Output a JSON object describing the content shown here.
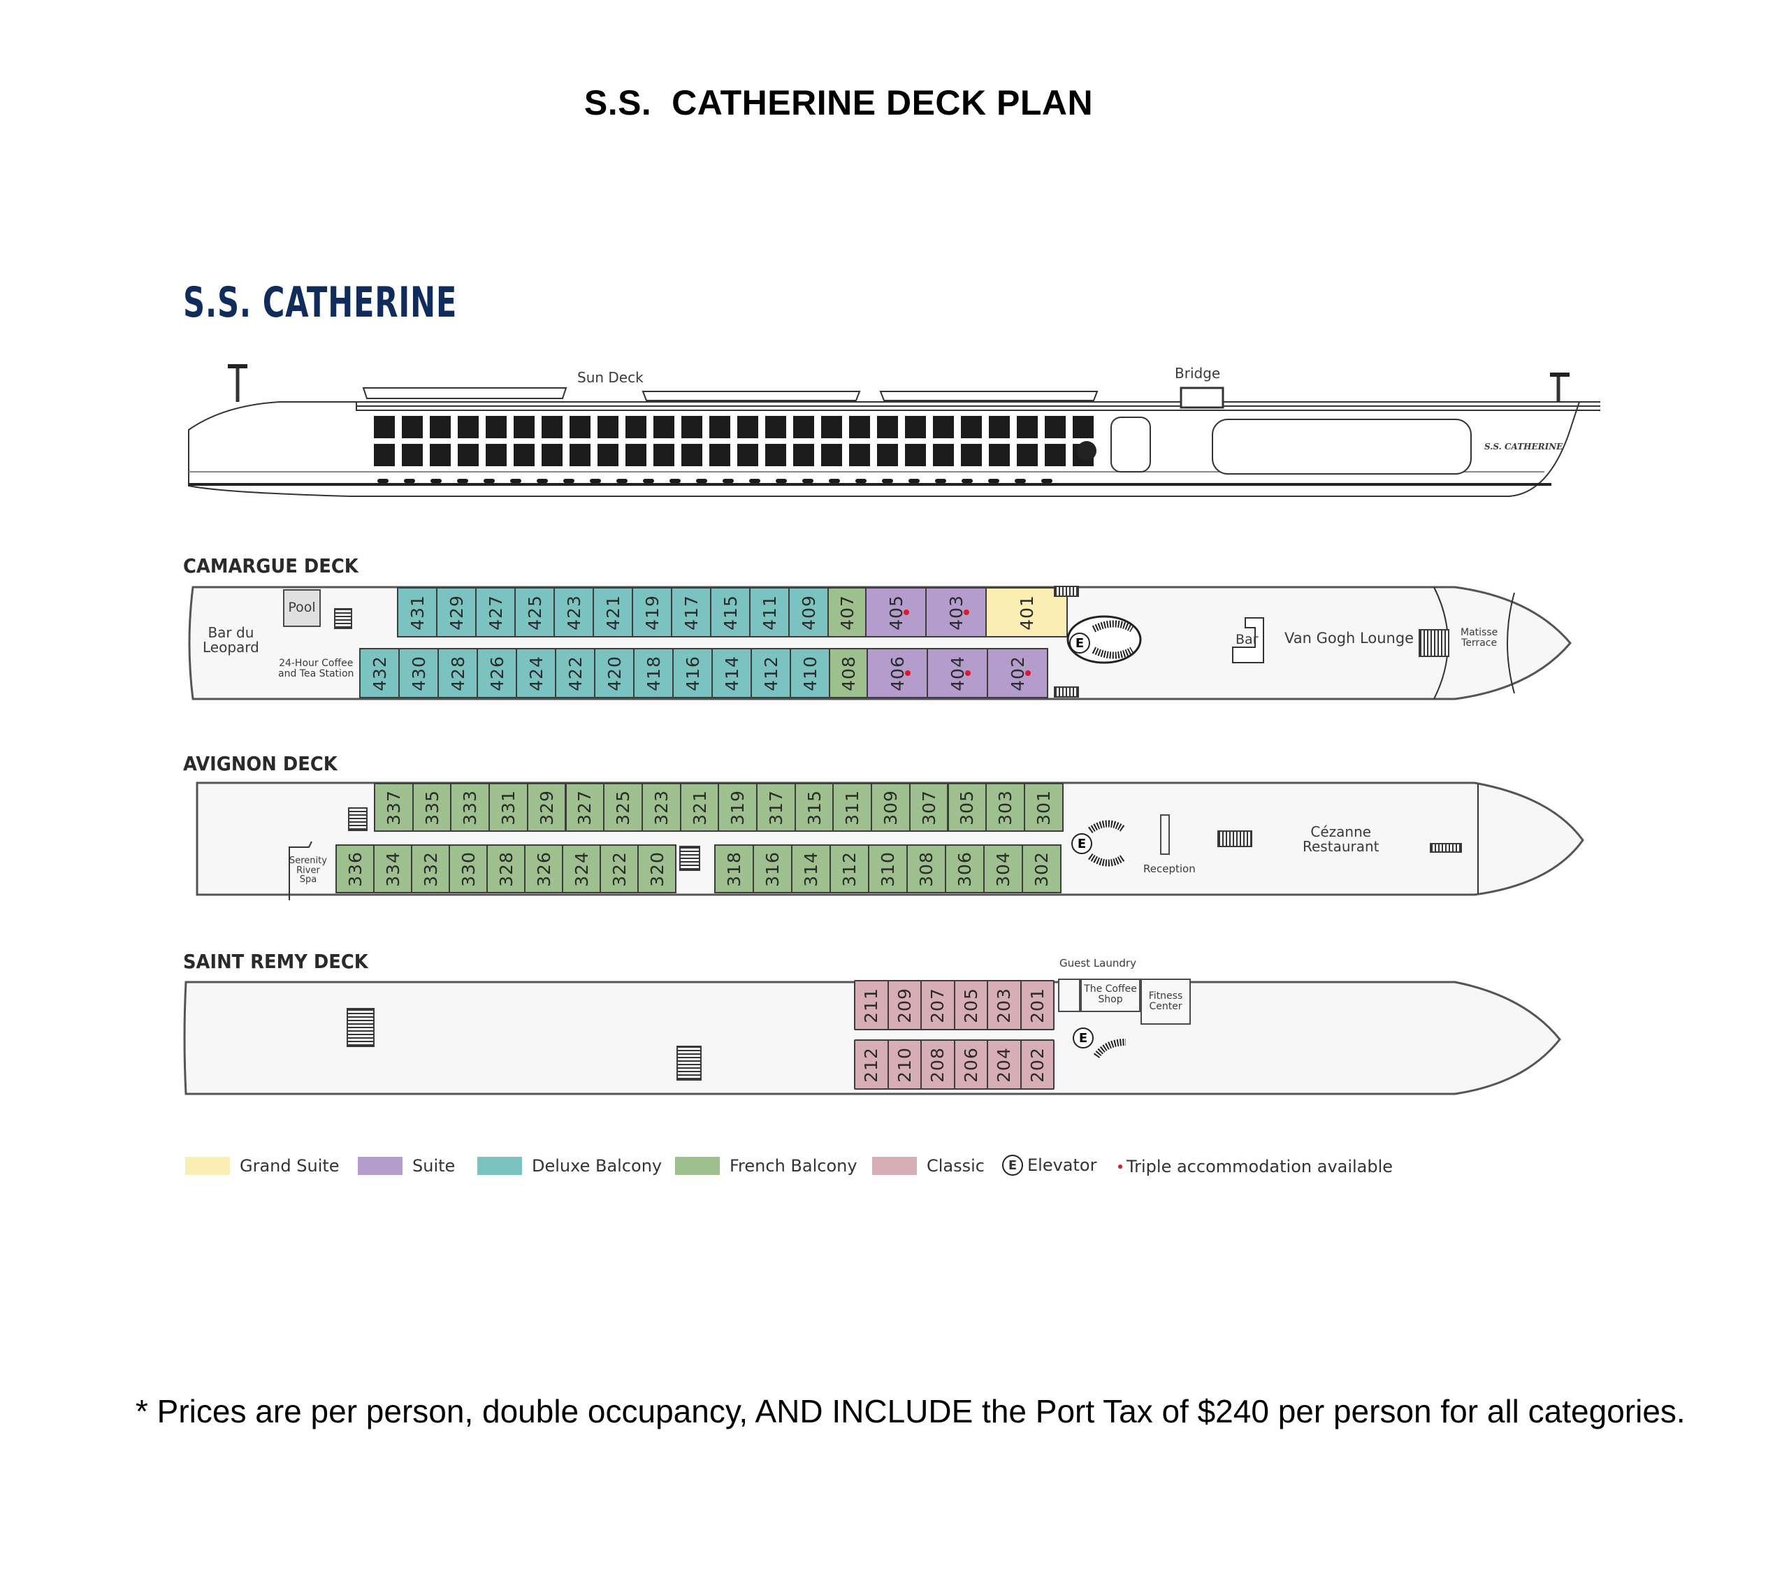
{
  "page_title": "S.S.  CATHERINE DECK PLAN",
  "brand": "S.S. CATHERINE",
  "profile": {
    "labels": {
      "sun_deck": "Sun Deck",
      "bridge": "Bridge",
      "hull_name": "S.S. CATHERINE"
    }
  },
  "categories": {
    "grand_suite": {
      "label": "Grand Suite",
      "color": "#fbeeb3"
    },
    "suite": {
      "label": "Suite",
      "color": "#b49ccc"
    },
    "deluxe_balcony": {
      "label": "Deluxe Balcony",
      "color": "#7bc3c0"
    },
    "french_balcony": {
      "label": "French Balcony",
      "color": "#9dc08e"
    },
    "classic": {
      "label": "Classic",
      "color": "#d8aeb6"
    }
  },
  "decks": {
    "camargue": {
      "title": "CAMARGUE DECK",
      "venues": {
        "bar_du_leopard": "Bar du\nLeopard",
        "pool": "Pool",
        "coffee_station": "24-Hour Coffee\nand Tea Station",
        "bar": "Bar",
        "lounge": "Van Gogh Lounge",
        "terrace": "Matisse\nTerrace",
        "elevator": "E"
      },
      "top_row": [
        {
          "n": "431",
          "cat": "deluxe_balcony"
        },
        {
          "n": "429",
          "cat": "deluxe_balcony"
        },
        {
          "n": "427",
          "cat": "deluxe_balcony"
        },
        {
          "n": "425",
          "cat": "deluxe_balcony"
        },
        {
          "n": "423",
          "cat": "deluxe_balcony"
        },
        {
          "n": "421",
          "cat": "deluxe_balcony"
        },
        {
          "n": "419",
          "cat": "deluxe_balcony"
        },
        {
          "n": "417",
          "cat": "deluxe_balcony"
        },
        {
          "n": "415",
          "cat": "deluxe_balcony"
        },
        {
          "n": "411",
          "cat": "deluxe_balcony"
        },
        {
          "n": "409",
          "cat": "deluxe_balcony"
        },
        {
          "n": "407",
          "cat": "french_balcony"
        },
        {
          "n": "405",
          "cat": "suite",
          "triple": true
        },
        {
          "n": "403",
          "cat": "suite",
          "triple": true
        },
        {
          "n": "401",
          "cat": "grand_suite"
        }
      ],
      "bottom_row": [
        {
          "n": "432",
          "cat": "deluxe_balcony"
        },
        {
          "n": "430",
          "cat": "deluxe_balcony"
        },
        {
          "n": "428",
          "cat": "deluxe_balcony"
        },
        {
          "n": "426",
          "cat": "deluxe_balcony"
        },
        {
          "n": "424",
          "cat": "deluxe_balcony"
        },
        {
          "n": "422",
          "cat": "deluxe_balcony"
        },
        {
          "n": "420",
          "cat": "deluxe_balcony"
        },
        {
          "n": "418",
          "cat": "deluxe_balcony"
        },
        {
          "n": "416",
          "cat": "deluxe_balcony"
        },
        {
          "n": "414",
          "cat": "deluxe_balcony"
        },
        {
          "n": "412",
          "cat": "deluxe_balcony"
        },
        {
          "n": "410",
          "cat": "deluxe_balcony"
        },
        {
          "n": "408",
          "cat": "french_balcony"
        },
        {
          "n": "406",
          "cat": "suite",
          "triple": true
        },
        {
          "n": "404",
          "cat": "suite",
          "triple": true
        },
        {
          "n": "402",
          "cat": "suite",
          "triple": true
        }
      ]
    },
    "avignon": {
      "title": "AVIGNON DECK",
      "venues": {
        "spa": "Serenity\nRiver\nSpa",
        "reception": "Reception",
        "restaurant": "Cézanne\nRestaurant",
        "elevator": "E"
      },
      "top_row": [
        {
          "n": "337",
          "cat": "french_balcony"
        },
        {
          "n": "335",
          "cat": "french_balcony"
        },
        {
          "n": "333",
          "cat": "french_balcony"
        },
        {
          "n": "331",
          "cat": "french_balcony"
        },
        {
          "n": "329",
          "cat": "french_balcony"
        },
        {
          "n": "327",
          "cat": "french_balcony"
        },
        {
          "n": "325",
          "cat": "french_balcony"
        },
        {
          "n": "323",
          "cat": "french_balcony"
        },
        {
          "n": "321",
          "cat": "french_balcony"
        },
        {
          "n": "319",
          "cat": "french_balcony"
        },
        {
          "n": "317",
          "cat": "french_balcony"
        },
        {
          "n": "315",
          "cat": "french_balcony"
        },
        {
          "n": "311",
          "cat": "french_balcony"
        },
        {
          "n": "309",
          "cat": "french_balcony"
        },
        {
          "n": "307",
          "cat": "french_balcony"
        },
        {
          "n": "305",
          "cat": "french_balcony"
        },
        {
          "n": "303",
          "cat": "french_balcony"
        },
        {
          "n": "301",
          "cat": "french_balcony"
        }
      ],
      "bottom_row_aft": [
        {
          "n": "336",
          "cat": "french_balcony"
        },
        {
          "n": "334",
          "cat": "french_balcony"
        },
        {
          "n": "332",
          "cat": "french_balcony"
        },
        {
          "n": "330",
          "cat": "french_balcony"
        },
        {
          "n": "328",
          "cat": "french_balcony"
        },
        {
          "n": "326",
          "cat": "french_balcony"
        },
        {
          "n": "324",
          "cat": "french_balcony"
        },
        {
          "n": "322",
          "cat": "french_balcony"
        },
        {
          "n": "320",
          "cat": "french_balcony"
        }
      ],
      "bottom_row_fwd": [
        {
          "n": "318",
          "cat": "french_balcony"
        },
        {
          "n": "316",
          "cat": "french_balcony"
        },
        {
          "n": "314",
          "cat": "french_balcony"
        },
        {
          "n": "312",
          "cat": "french_balcony"
        },
        {
          "n": "310",
          "cat": "french_balcony"
        },
        {
          "n": "308",
          "cat": "french_balcony"
        },
        {
          "n": "306",
          "cat": "french_balcony"
        },
        {
          "n": "304",
          "cat": "french_balcony"
        },
        {
          "n": "302",
          "cat": "french_balcony"
        }
      ]
    },
    "saint_remy": {
      "title": "SAINT REMY DECK",
      "venues": {
        "laundry": "Guest Laundry",
        "coffee_shop": "The Coffee\nShop",
        "fitness": "Fitness\nCenter",
        "elevator": "E"
      },
      "top_row": [
        {
          "n": "211",
          "cat": "classic"
        },
        {
          "n": "209",
          "cat": "classic"
        },
        {
          "n": "207",
          "cat": "classic"
        },
        {
          "n": "205",
          "cat": "classic"
        },
        {
          "n": "203",
          "cat": "classic"
        },
        {
          "n": "201",
          "cat": "classic"
        }
      ],
      "bottom_row": [
        {
          "n": "212",
          "cat": "classic"
        },
        {
          "n": "210",
          "cat": "classic"
        },
        {
          "n": "208",
          "cat": "classic"
        },
        {
          "n": "206",
          "cat": "classic"
        },
        {
          "n": "204",
          "cat": "classic"
        },
        {
          "n": "202",
          "cat": "classic"
        }
      ]
    }
  },
  "legend": {
    "items": [
      {
        "key": "grand_suite",
        "label": "Grand Suite"
      },
      {
        "key": "suite",
        "label": "Suite"
      },
      {
        "key": "deluxe_balcony",
        "label": "Deluxe Balcony"
      },
      {
        "key": "french_balcony",
        "label": "French Balcony"
      },
      {
        "key": "classic",
        "label": "Classic"
      }
    ],
    "elevator_symbol": "E",
    "elevator_label": "Elevator",
    "triple_label": "Triple accommodation available",
    "triple_color": "#e0182d"
  },
  "footnote": "* Prices are per person, double occupancy, AND INCLUDE the Port Tax of $240 per person for all categories."
}
